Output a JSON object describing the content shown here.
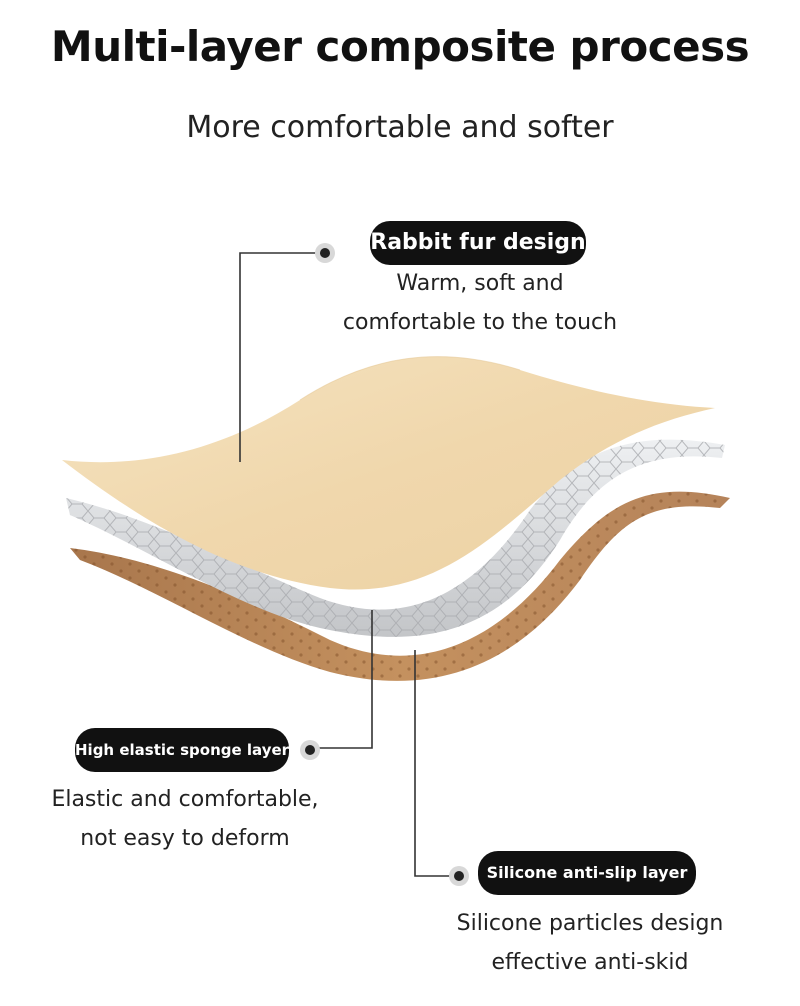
{
  "header": {
    "title": "Multi-layer composite process",
    "subtitle": "More comfortable and softer"
  },
  "layers": [
    {
      "label": "Rabbit fur design",
      "desc_line1": "Warm, soft and",
      "desc_line2": "comfortable to the touch"
    },
    {
      "label": "High elastic sponge layer",
      "desc_line1": "Elastic and comfortable,",
      "desc_line2": "not easy to deform"
    },
    {
      "label": "Silicone anti-slip layer",
      "desc_line1": "Silicone particles design",
      "desc_line2": "effective anti-skid"
    }
  ],
  "colors": {
    "fur_layer": "#f2dcb4",
    "sponge_layer": "#d9dadc",
    "silicone_layer": "#b98658",
    "pill_bg": "#111111"
  }
}
